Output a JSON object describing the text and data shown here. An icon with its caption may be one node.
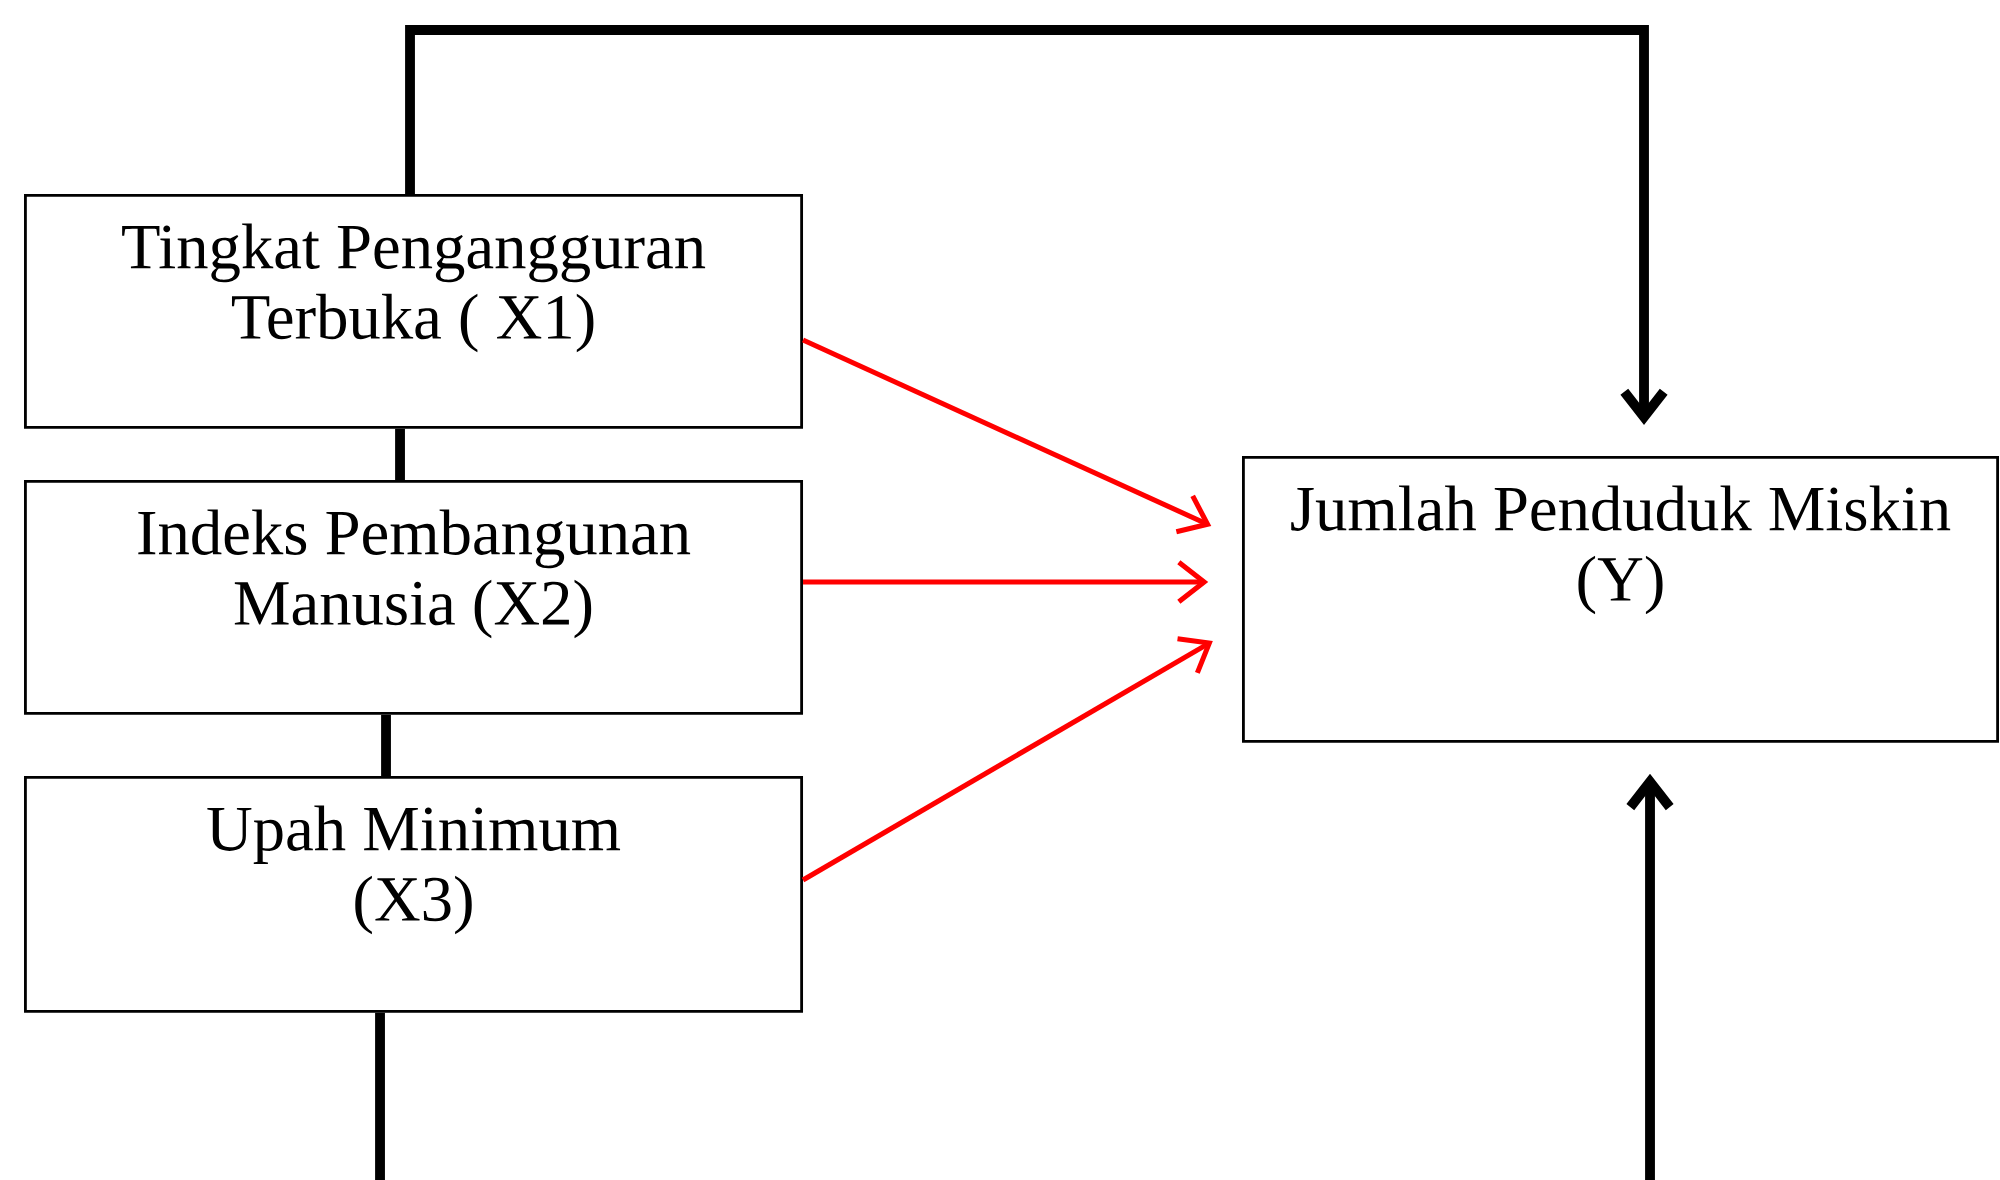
{
  "diagram": {
    "nodes": [
      {
        "text": [
          "Tingkat Pengangguran Terbuka ( X1)"
        ]
      },
      {
        "text": [
          "Indeks Pembangunan Manusia (X2)"
        ]
      },
      {
        "text": [
          "Upah Minimum (X3)"
        ]
      },
      {
        "text": [
          "Jumlah Penduduk Miskin (Y)"
        ]
      }
    ],
    "edges": [
      {
        "from": 0,
        "to": 3,
        "arrow": "to",
        "color": "#ff0000"
      },
      {
        "from": 1,
        "to": 3,
        "arrow": "to",
        "color": "#ff0000"
      },
      {
        "from": 2,
        "to": 3,
        "arrow": "to",
        "color": "#ff0000"
      },
      {
        "from": 0,
        "to": 3,
        "arrow": "to"
      },
      {
        "from": 0,
        "to": 1,
        "arrow": "none"
      },
      {
        "from": 1,
        "to": 2,
        "arrow": "none"
      },
      {
        "from": 2,
        "to": 3,
        "arrow": "to"
      }
    ]
  }
}
